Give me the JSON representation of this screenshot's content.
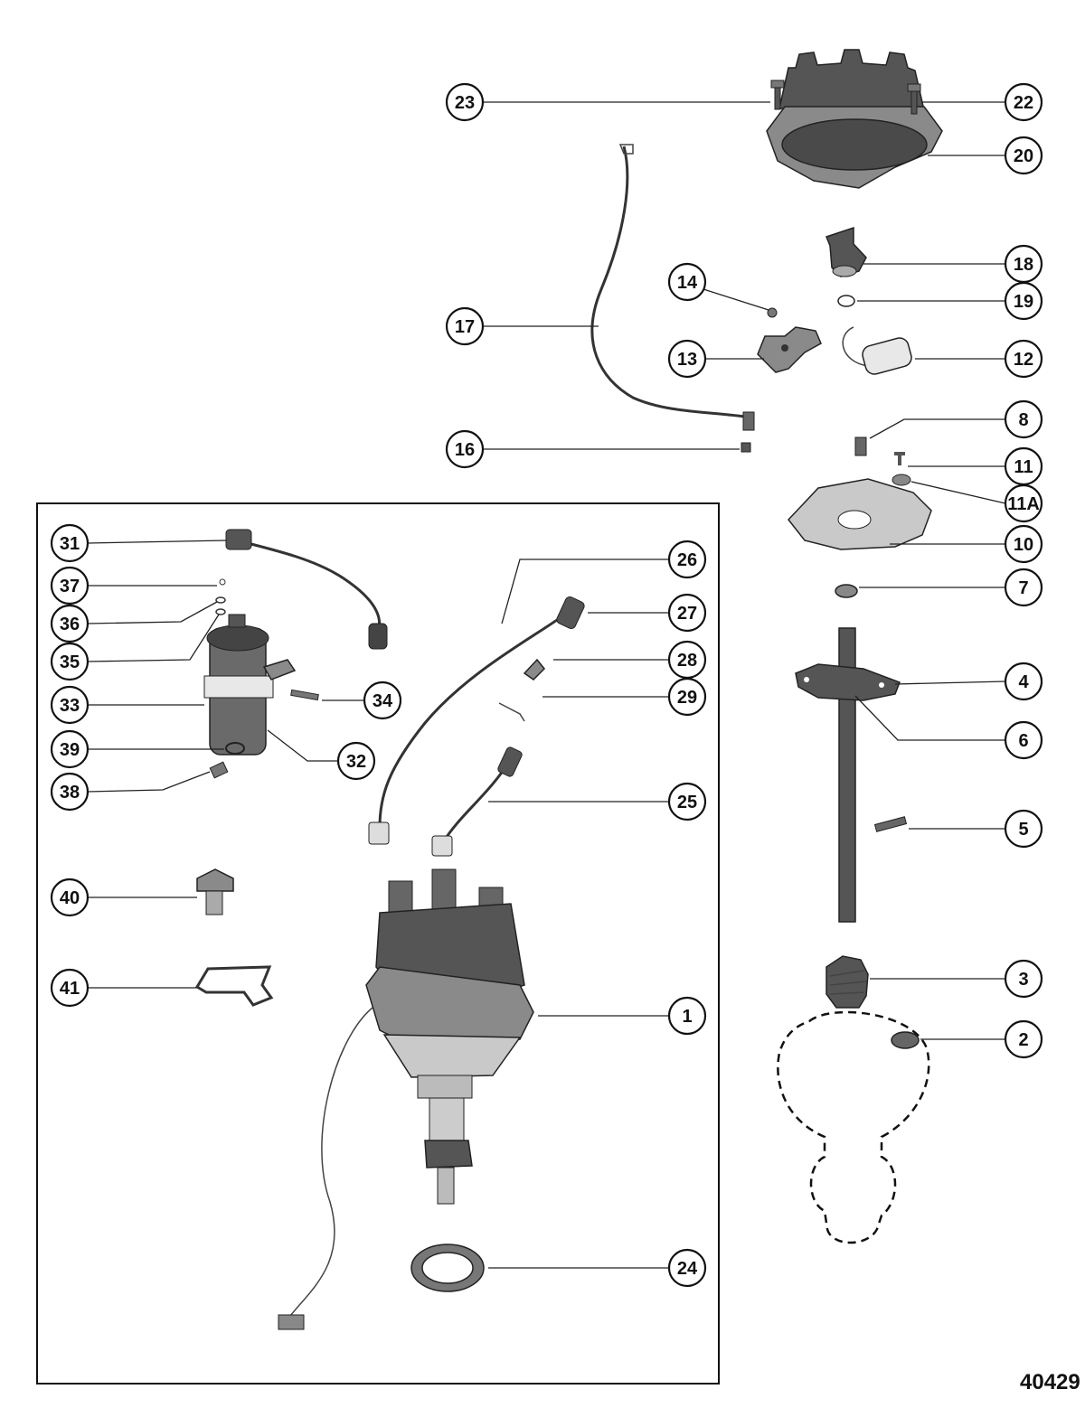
{
  "figure_number": "40429",
  "callouts": [
    {
      "label": "23",
      "part": "distributor-cap-screw-left"
    },
    {
      "label": "22",
      "part": "distributor-cap-screw-right"
    },
    {
      "label": "20",
      "part": "distributor-cap"
    },
    {
      "label": "18",
      "part": "rotor"
    },
    {
      "label": "19",
      "part": "rotor-washer"
    },
    {
      "label": "14",
      "part": "point-screw"
    },
    {
      "label": "17",
      "part": "primary-lead-wire"
    },
    {
      "label": "13",
      "part": "contact-points"
    },
    {
      "label": "12",
      "part": "condenser"
    },
    {
      "label": "8",
      "part": "clip"
    },
    {
      "label": "16",
      "part": "lead-nut"
    },
    {
      "label": "11",
      "part": "plate-screw"
    },
    {
      "label": "11A",
      "part": "plate-washer"
    },
    {
      "label": "10",
      "part": "breaker-plate"
    },
    {
      "label": "7",
      "part": "shaft-washer"
    },
    {
      "label": "4",
      "part": "cam-plate"
    },
    {
      "label": "6",
      "part": "shaft-pin"
    },
    {
      "label": "5",
      "part": "roll-pin"
    },
    {
      "label": "3",
      "part": "drive-gear"
    },
    {
      "label": "2",
      "part": "thrust-washer"
    },
    {
      "label": "31",
      "part": "coil-lead-top"
    },
    {
      "label": "26",
      "part": "high-tension-lead"
    },
    {
      "label": "37",
      "part": "coil-nut"
    },
    {
      "label": "27",
      "part": "boot"
    },
    {
      "label": "36",
      "part": "lock-washer"
    },
    {
      "label": "35",
      "part": "flat-washer"
    },
    {
      "label": "28",
      "part": "terminal"
    },
    {
      "label": "33",
      "part": "ignition-coil"
    },
    {
      "label": "34",
      "part": "coil-screw"
    },
    {
      "label": "29",
      "part": "terminal-clip"
    },
    {
      "label": "32",
      "part": "coil-bracket"
    },
    {
      "label": "39",
      "part": "bracket-washer"
    },
    {
      "label": "38",
      "part": "bracket-bolt"
    },
    {
      "label": "25",
      "part": "spark-plug-lead"
    },
    {
      "label": "40",
      "part": "hold-down-bolt"
    },
    {
      "label": "41",
      "part": "hold-down-clamp"
    },
    {
      "label": "1",
      "part": "distributor-assembly"
    },
    {
      "label": "24",
      "part": "distributor-gasket"
    }
  ]
}
